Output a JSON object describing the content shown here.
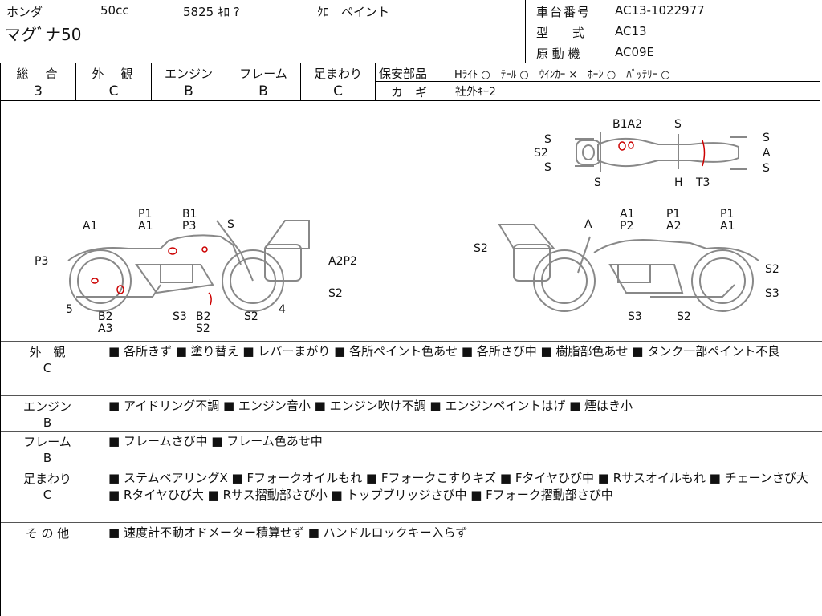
{
  "header": {
    "maker": "ホンダ",
    "cc": "50cc",
    "mileage": "5825 ｷﾛ ?",
    "color": "ｸﾛ　ペイント",
    "model_name": "マグﾞナ50",
    "frame_no_label": "車台番号",
    "frame_no": "AC13-1022977",
    "type_label": "型　　式",
    "type_value": "AC13",
    "engine_label": "原 動 機",
    "engine_value": "AC09E"
  },
  "grades": [
    {
      "label": "総　合",
      "value": "3"
    },
    {
      "label": "外　観",
      "value": "C"
    },
    {
      "label": "エンジン",
      "value": "B"
    },
    {
      "label": "フレーム",
      "value": "B"
    },
    {
      "label": "足まわり",
      "value": "C"
    }
  ],
  "safety": {
    "label": "保安部品",
    "items": "Hﾗｲﾄ ○　ﾃｰﾙ ○　ｳｲﾝｶｰ ×　ﾎｰﾝ ○　ﾊﾞｯﾃﾘｰ ○",
    "key_label": "カ　ギ",
    "key_value": "社外ｷｰ2"
  },
  "diagram_labels": {
    "top": [
      "S",
      "S2",
      "S",
      "S",
      "B1A2",
      "S",
      "S",
      "A",
      "S",
      "H",
      "T3"
    ],
    "left": [
      "P1",
      "A1",
      "B1",
      "P3",
      "S",
      "A1",
      "P3",
      "A2P2",
      "S2",
      "5",
      "B2",
      "A3",
      "S3",
      "B2",
      "S2",
      "S2",
      "4"
    ],
    "right": [
      "A",
      "A1",
      "P2",
      "P1",
      "A2",
      "P1",
      "A1",
      "S2",
      "S2",
      "S3",
      "S3",
      "S2"
    ]
  },
  "sections": [
    {
      "name": "外　観",
      "grade": "C",
      "text": "■ 各所きず ■ 塗り替え ■ レバーまがり ■ 各所ペイント色あせ ■ 各所さび中 ■ 樹脂部色あせ ■ タンク一部ペイント不良"
    },
    {
      "name": "エンジン",
      "grade": "B",
      "text": "■ アイドリング不調 ■ エンジン音小 ■ エンジン吹け不調 ■ エンジンペイントはげ ■ 煙はき小"
    },
    {
      "name": "フレーム",
      "grade": "B",
      "text": "■ フレームさび中 ■ フレーム色あせ中"
    },
    {
      "name": "足まわり",
      "grade": "C",
      "text": "■ ステムベアリングX ■ Fフォークオイルもれ ■ Fフォークこすりキズ ■ Fタイヤひび中 ■ Rサスオイルもれ ■ チェーンさび大 ■ Rタイヤひび大 ■ Rサス摺動部さび小 ■ トップブリッジさび中 ■ Fフォーク摺動部さび中"
    },
    {
      "name": "そ の 他",
      "grade": "",
      "text": "■ 速度計不動オドメーター積算せず ■ ハンドルロックキー入らず"
    }
  ]
}
